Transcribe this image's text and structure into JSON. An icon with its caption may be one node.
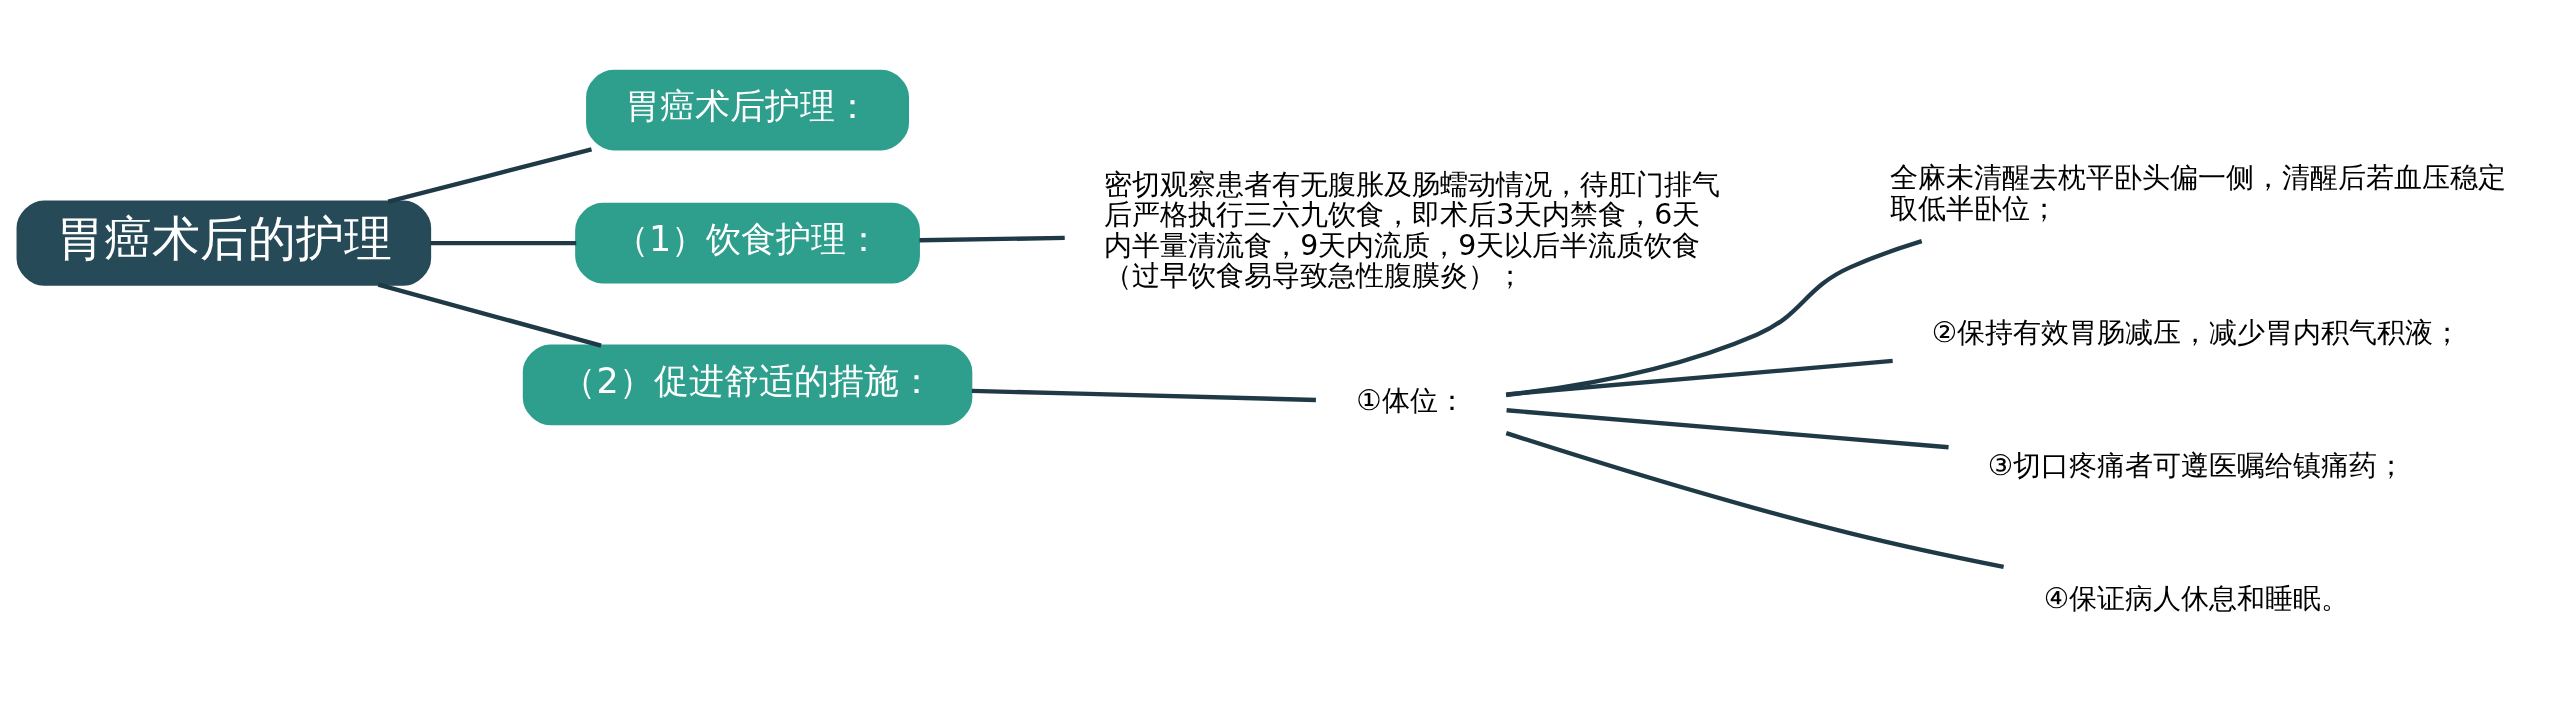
{
  "diagram": {
    "nodes": [
      {
        "text": [
          "胃癌术后的护理"
        ]
      },
      {
        "text": [
          "胃癌术后护理："
        ]
      },
      {
        "text": [
          "（1）饮食护理："
        ]
      },
      {
        "text": [
          "密切观察患者有无腹胀及肠蠕动情况，待肛门排气后严格执行三六九饮食，即术后3天内禁食，6天内半量清流食，9天内流质，9天以后半流质饮食（过早饮食易导致急性腹膜炎）；"
        ]
      },
      {
        "text": [
          "（2）促进舒适的措施："
        ]
      },
      {
        "text": [
          "①体位："
        ]
      },
      {
        "text": [
          "全麻未清醒去枕平卧头偏一侧，清醒后若血压稳定取低半卧位；"
        ]
      },
      {
        "text": [
          "②保持有效胃肠减压，减少胃内积气积液；"
        ]
      },
      {
        "text": [
          "③切口疼痛者可遵医嘱给镇痛药；"
        ]
      },
      {
        "text": [
          "④保证病人休息和睡眠。"
        ]
      }
    ],
    "edges": [
      {
        "from": 0,
        "to": 1,
        "arrow": "none"
      },
      {
        "from": 0,
        "to": 2,
        "arrow": "none"
      },
      {
        "from": 2,
        "to": 3,
        "arrow": "none"
      },
      {
        "from": 0,
        "to": 4,
        "arrow": "none"
      },
      {
        "from": 4,
        "to": 5,
        "arrow": "none"
      },
      {
        "from": 5,
        "to": 6,
        "arrow": "none"
      },
      {
        "from": 5,
        "to": 7,
        "arrow": "none"
      },
      {
        "from": 5,
        "to": 8,
        "arrow": "none"
      },
      {
        "from": 5,
        "to": 9,
        "arrow": "none"
      }
    ]
  }
}
